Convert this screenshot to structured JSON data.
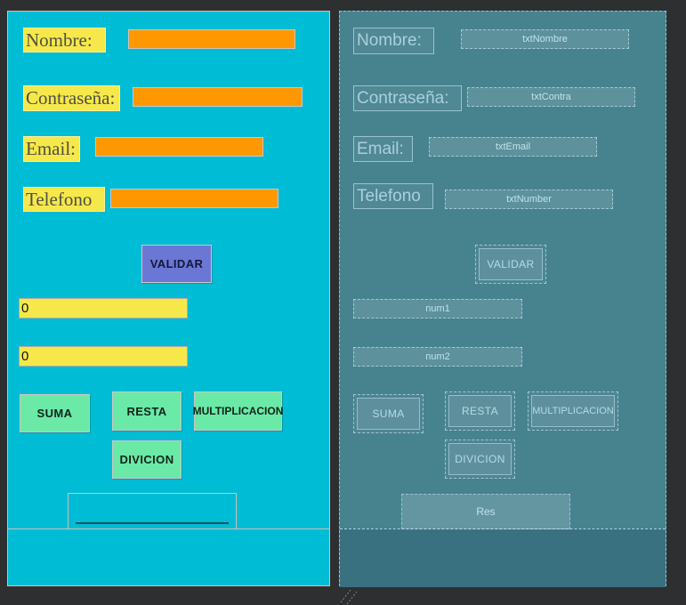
{
  "design": {
    "label_nombre": "Nombre:",
    "label_contrasena": "Contraseña:",
    "label_email": "Email:",
    "label_telefono": "Telefono",
    "button_validar": "VALIDAR",
    "num1_value": "0",
    "num2_value": "0",
    "button_suma": "SUMA",
    "button_resta": "RESTA",
    "button_multiplicacion": "MULTIPLICACION",
    "button_division": "DIVICION"
  },
  "blueprint": {
    "label_nombre": "Nombre:",
    "label_contrasena": "Contraseña:",
    "label_email": "Email:",
    "label_telefono": "Telefono",
    "field_nombre_id": "txtNombre",
    "field_contra_id": "txtContra",
    "field_email_id": "txtEmail",
    "field_number_id": "txtNumber",
    "button_validar": "VALIDAR",
    "num1_id": "num1",
    "num2_id": "num2",
    "button_suma": "SUMA",
    "button_resta": "RESTA",
    "button_multiplicacion": "MULTIPLICACION",
    "button_division": "DIVICION",
    "res_id": "Res"
  },
  "colors": {
    "design_background": "#00bcd4",
    "label_yellow": "#f6e84a",
    "field_orange": "#ff9800",
    "validar_indigo": "#6b77d4",
    "operation_green": "#6ae9a7",
    "blueprint_background": "#47828f",
    "blueprint_footer": "#397181",
    "blueprint_line": "#a9d8e4",
    "workspace_background": "#2d2f31"
  }
}
